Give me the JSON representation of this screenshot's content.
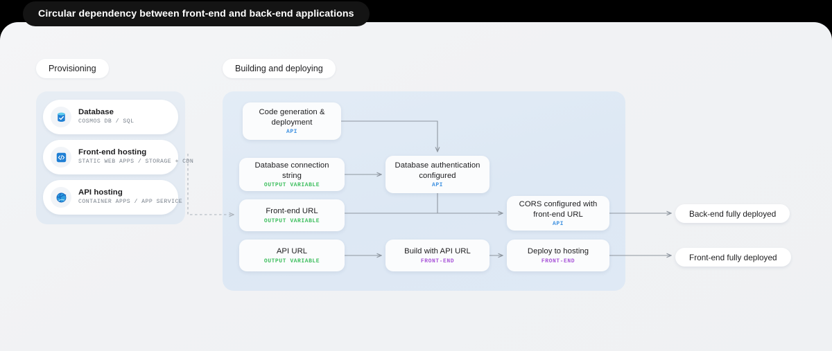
{
  "banner": {
    "title": "Circular dependency between front-end and back-end applications"
  },
  "sections": {
    "provisioning_label": "Provisioning",
    "building_label": "Building and deploying"
  },
  "provisioning": {
    "cards": [
      {
        "title": "Database",
        "subtitle": "COSMOS DB / SQL",
        "icon": "database-icon"
      },
      {
        "title": "Front-end hosting",
        "subtitle": "STATIC WEB APPS / STORAGE + CDN",
        "icon": "code-brackets-icon"
      },
      {
        "title": "API hosting",
        "subtitle": "CONTAINER APPS / APP SERVICE",
        "icon": "globe-icon"
      }
    ]
  },
  "flow": {
    "nodes": [
      {
        "id": "codegen",
        "title": "Code generation & deployment",
        "tag": "API",
        "tag_type": "api"
      },
      {
        "id": "dbconn",
        "title": "Database connection string",
        "tag": "OUTPUT VARIABLE",
        "tag_type": "output"
      },
      {
        "id": "feurl",
        "title": "Front-end URL",
        "tag": "OUTPUT VARIABLE",
        "tag_type": "output"
      },
      {
        "id": "apiurl",
        "title": "API URL",
        "tag": "OUTPUT VARIABLE",
        "tag_type": "output"
      },
      {
        "id": "dbauth",
        "title": "Database authentication configured",
        "tag": "API",
        "tag_type": "api"
      },
      {
        "id": "build",
        "title": "Build with API URL",
        "tag": "FRONT-END",
        "tag_type": "frontend"
      },
      {
        "id": "cors",
        "title": "CORS configured with front-end URL",
        "tag": "API",
        "tag_type": "api"
      },
      {
        "id": "deploy",
        "title": "Deploy to hosting",
        "tag": "FRONT-END",
        "tag_type": "frontend"
      }
    ],
    "results": [
      {
        "id": "backend",
        "label": "Back-end fully deployed"
      },
      {
        "id": "frontend",
        "label": "Front-end fully deployed"
      }
    ]
  },
  "colors": {
    "tag_api": "#3b8fe0",
    "tag_output": "#3fbf5f",
    "tag_frontend": "#a855d8",
    "banner_bg": "#141414",
    "panel_provisioning": "#e4ecf4",
    "panel_building": "#dfe9f5",
    "connector": "#8e969f"
  }
}
